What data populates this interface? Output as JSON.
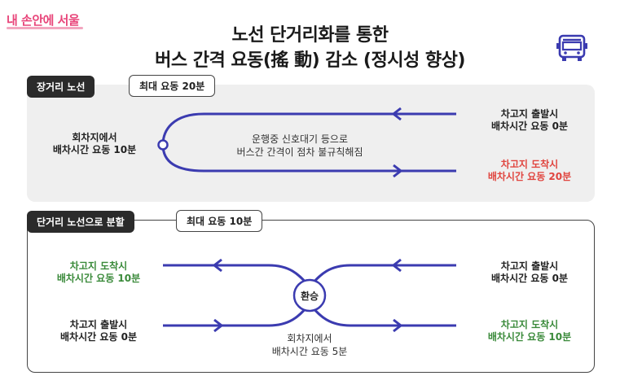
{
  "logo": "내 손안에 서울",
  "title": {
    "line1": "노선 단거리화를 통한",
    "line2": "버스 간격 요동(搖 動) 감소 (정시성 향상)"
  },
  "icons": {
    "bus": "bus-icon"
  },
  "colors": {
    "route": "#3b3bb0",
    "delay": "#e0453f",
    "improved": "#3a8a3a"
  },
  "long_route": {
    "tag": "장거리 노선",
    "max_fluctuation": "최대 요동 20분",
    "turnaround": [
      "회차지에서",
      "배차시간 요동 10분"
    ],
    "note": [
      "운행중 신호대기 등으로",
      "버스간 간격이 점차 불규칙해짐"
    ],
    "depart": [
      "차고지 출발시",
      "배차시간 요동 0분"
    ],
    "arrive": [
      "차고지 도착시",
      "배차시간 요동 20분"
    ]
  },
  "short_route": {
    "tag": "단거리 노선으로 분할",
    "max_fluctuation": "최대 요동 10분",
    "transfer": "환승",
    "left_arrive": [
      "차고지 도착시",
      "배차시간 요동 10분"
    ],
    "left_depart": [
      "차고지 출발시",
      "배차시간 요동 0분"
    ],
    "right_depart": [
      "차고지 출발시",
      "배차시간 요동 0분"
    ],
    "right_arrive": [
      "차고지 도착시",
      "배차시간 요동 10분"
    ],
    "turnaround": [
      "회차지에서",
      "배차시간 요동 5분"
    ]
  }
}
